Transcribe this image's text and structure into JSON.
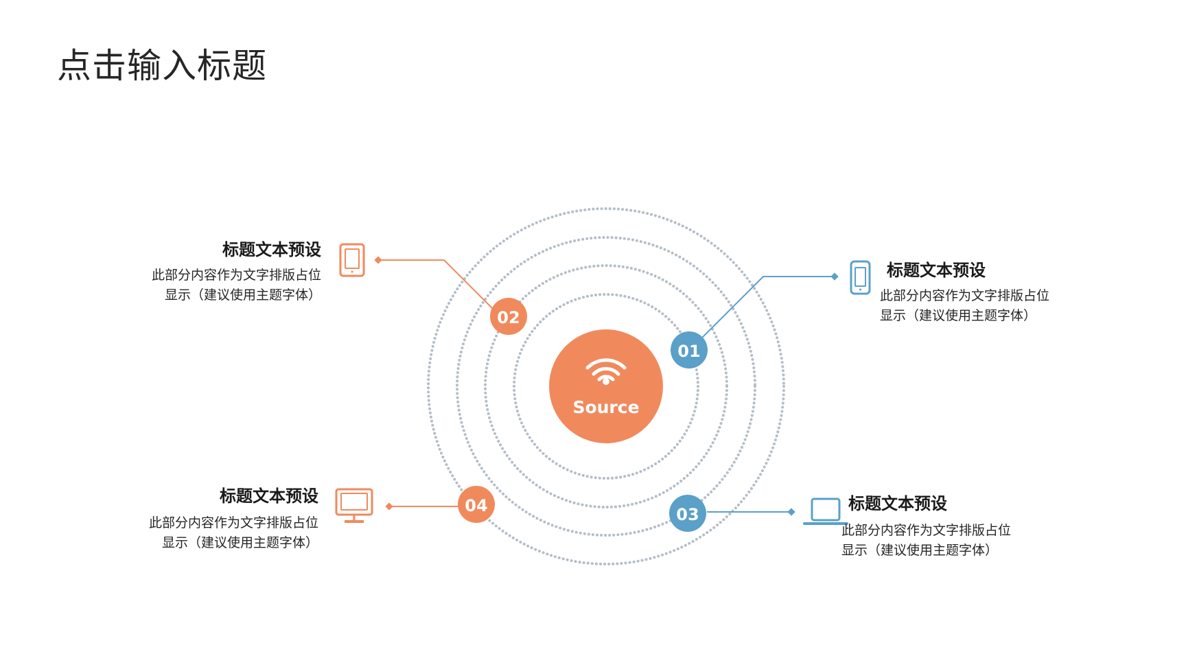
{
  "title": "点击输入标题",
  "center": {
    "label": "Source",
    "icon": "wifi-icon",
    "color": "#F08A5D"
  },
  "colors": {
    "orange": "#F08A5D",
    "blue": "#5AA0C8",
    "ring": "#B4BEC8"
  },
  "items": [
    {
      "number": "01",
      "title": "标题文本预设",
      "desc_line1": "此部分内容作为文字排版占位",
      "desc_line2": "显示（建议使用主题字体）",
      "icon": "smartphone-icon",
      "color": "#5AA0C8"
    },
    {
      "number": "02",
      "title": "标题文本预设",
      "desc_line1": "此部分内容作为文字排版占位",
      "desc_line2": "显示（建议使用主题字体）",
      "icon": "tablet-icon",
      "color": "#F08A5D"
    },
    {
      "number": "03",
      "title": "标题文本预设",
      "desc_line1": "此部分内容作为文字排版占位",
      "desc_line2": "显示（建议使用主题字体）",
      "icon": "laptop-icon",
      "color": "#5AA0C8"
    },
    {
      "number": "04",
      "title": "标题文本预设",
      "desc_line1": "此部分内容作为文字排版占位",
      "desc_line2": "显示（建议使用主题字体）",
      "icon": "monitor-icon",
      "color": "#F08A5D"
    }
  ]
}
